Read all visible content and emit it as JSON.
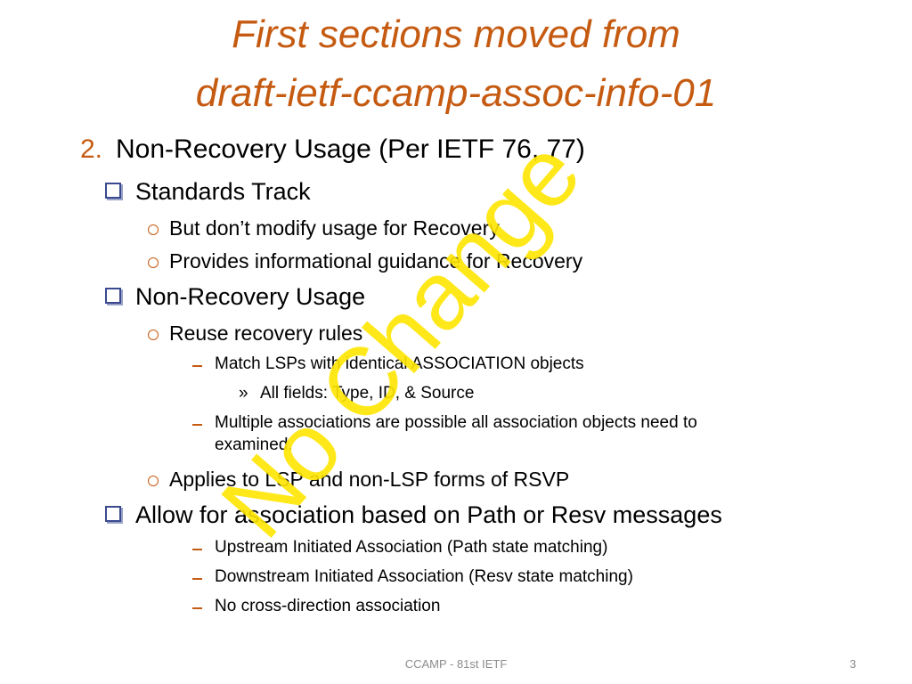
{
  "title": {
    "line1": "First sections moved from",
    "line2": "draft-ietf-ccamp-assoc-info-01"
  },
  "section": {
    "number": "2.",
    "heading": "Non-Recovery Usage (Per IETF 76, 77)"
  },
  "items": {
    "standards_track": "Standards Track",
    "dont_modify": "But don’t modify usage for Recovery",
    "informational": "Provides informational guidance for Recovery",
    "non_recovery": "Non-Recovery Usage",
    "reuse_rules": "Reuse recovery rules",
    "match_lsps": "Match LSPs with identical ASSOCIATION objects",
    "all_fields": "All fields: Type, ID, & Source",
    "multiple_line1": "Multiple associations are possible all association objects need to",
    "multiple_line2": "examined.",
    "applies": "Applies to LSP and non-LSP forms of RSVP",
    "allow_association": "Allow for association based on Path or Resv messages",
    "upstream": "Upstream Initiated Association (Path state matching)",
    "downstream": "Downstream Initiated Association (Resv state matching)",
    "no_cross": "No cross-direction association"
  },
  "watermark": "No Change",
  "footer": {
    "center": "CCAMP - 81st IETF",
    "page": "3"
  },
  "colors": {
    "title": "#c55a11",
    "watermark": "#ffe600",
    "bullet_box": "#3b4a8f"
  },
  "icons": {
    "level2": "square-box-bullet-icon",
    "level3": "hollow-circle-bullet-icon",
    "level4": "dash-bullet-icon",
    "level5": "double-chevron-bullet-icon"
  }
}
